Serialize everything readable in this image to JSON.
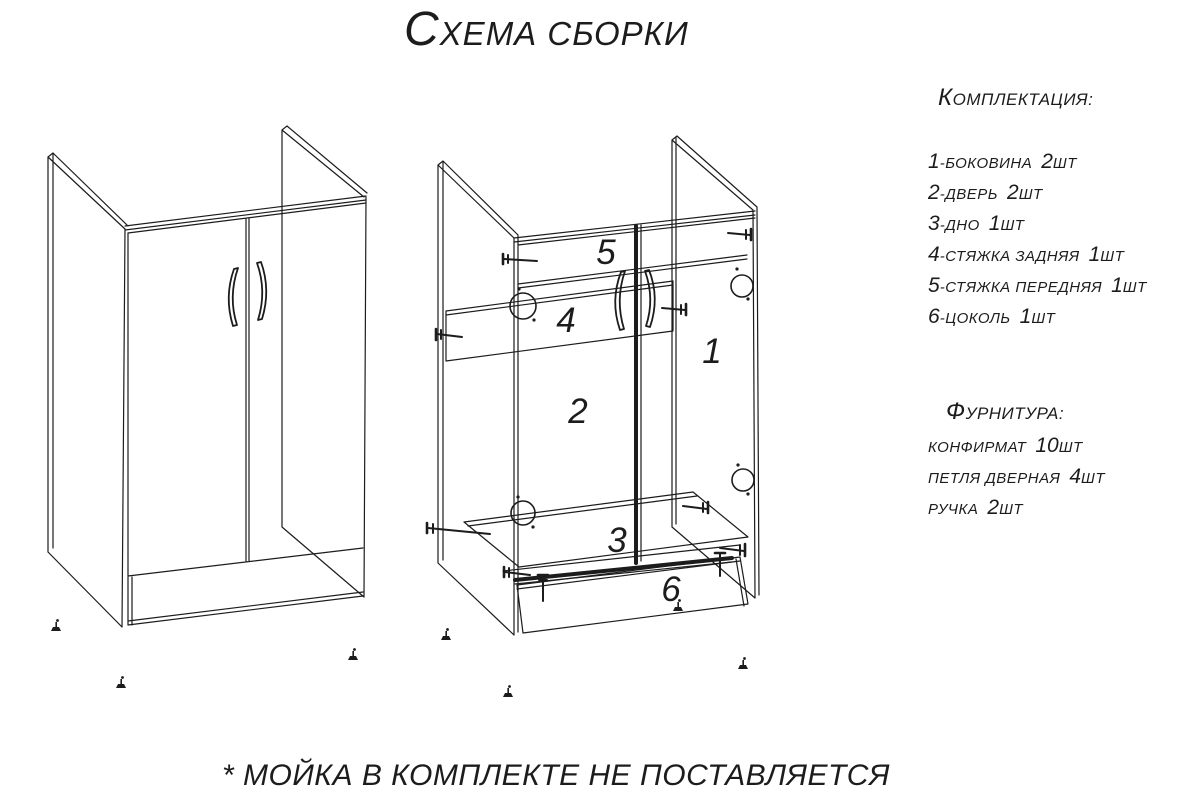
{
  "title": "Схема сборки",
  "kit": {
    "heading": "Комплектация:",
    "separator": "-",
    "items": [
      {
        "num": "1",
        "name": "боковина",
        "qty": "2",
        "unit": "шт"
      },
      {
        "num": "2",
        "name": "дверь",
        "qty": "2",
        "unit": "шт"
      },
      {
        "num": "3",
        "name": "дно",
        "qty": "1",
        "unit": "шт"
      },
      {
        "num": "4",
        "name": "стяжка задняя",
        "qty": "1",
        "unit": "шт"
      },
      {
        "num": "5",
        "name": "стяжка передняя",
        "qty": "1",
        "unit": "шт"
      },
      {
        "num": "6",
        "name": "цоколь",
        "qty": "1",
        "unit": "шт"
      }
    ]
  },
  "hardware": {
    "heading": "Фурнитура:",
    "items": [
      {
        "name": "конфирмат",
        "qty": "10",
        "unit": "шт"
      },
      {
        "name": "петля дверная",
        "qty": "4",
        "unit": "шт"
      },
      {
        "name": "ручка",
        "qty": "2",
        "unit": "шт"
      }
    ]
  },
  "footnote": "* Мойка в комплекте не поставляется",
  "diagram": {
    "line_color": "#1c1c1c",
    "callouts": [
      "5",
      "4",
      "2",
      "1",
      "3",
      "6"
    ]
  }
}
